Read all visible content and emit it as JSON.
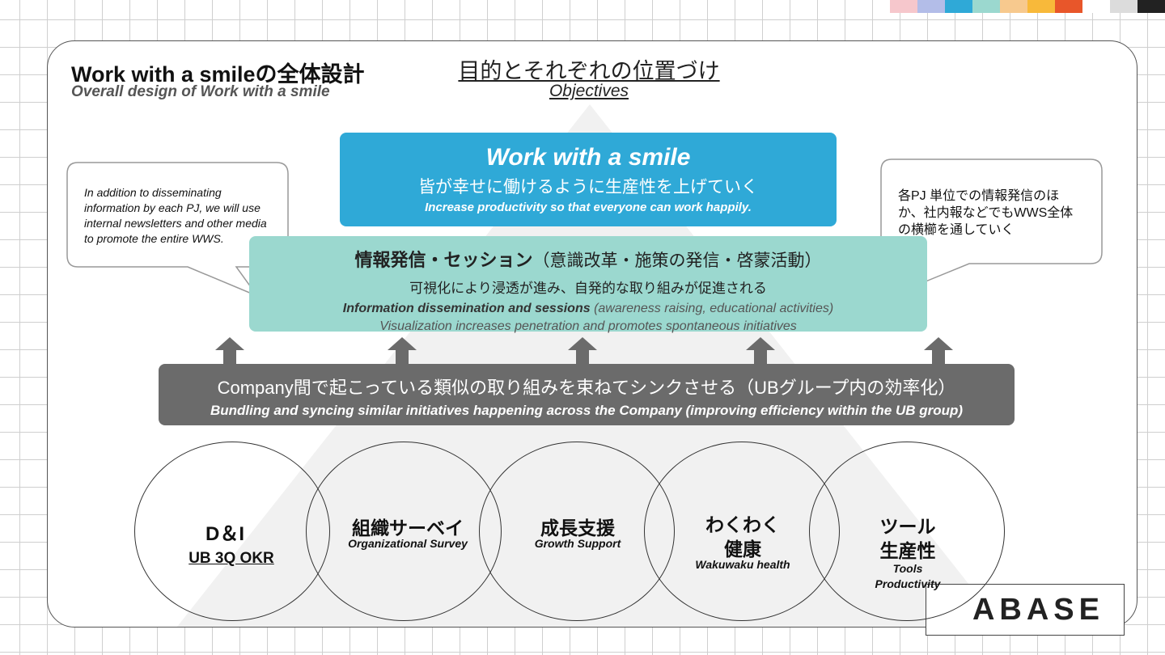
{
  "swatch_colors": [
    "#f6c7cc",
    "#b3bde8",
    "#2fa9d7",
    "#9bd8cf",
    "#f7c98e",
    "#f8b93a",
    "#e8562a",
    "#ffffff",
    "#dcdcdc",
    "#222222"
  ],
  "header": {
    "title_jp": "Work with a smileの全体設計",
    "title_en": "Overall design of Work with a smile",
    "objectives_jp": "目的とそれぞれの位置づけ",
    "objectives_en": "Objectives"
  },
  "top_box": {
    "title": "Work with a smile",
    "subtitle_jp": "皆が幸せに働けるように生産性を上げていく",
    "subtitle_en": "Increase productivity so that everyone can work happily.",
    "color": "#2fa9d7"
  },
  "middle_box": {
    "title_jp_bold": "情報発信・セッション",
    "title_jp_rest": "（意識改革・施策の発信・啓蒙活動）",
    "line2_jp": "可視化により浸透が進み、自発的な取り組みが促進される",
    "line3_en_bold": "Information dissemination and sessions",
    "line3_en_rest": " (awareness raising, educational activities)",
    "line4_en": "Visualization increases penetration and promotes spontaneous initiatives",
    "color": "#9bd8cf"
  },
  "lower_box": {
    "line1_jp": "Company間で起こっている類似の取り組みを束ねてシンクさせる（UBグループ内の効率化）",
    "line2_en": "Bundling and syncing similar initiatives happening across the Company (improving efficiency within the UB group)",
    "color": "#6b6b6b"
  },
  "bubbles": {
    "left": "In addition to disseminating information by each PJ, we will use internal newsletters and other media to promote the entire WWS.",
    "right": "各PJ 単位での情報発信のほか、社内報などでもWWS全体の横櫛を通していく"
  },
  "circles": [
    {
      "title": "D＆I",
      "link": "UB 3Q OKR"
    },
    {
      "title": "組織サーベイ",
      "subtitle": "Organizational Survey"
    },
    {
      "title": "成長支援",
      "subtitle": "Growth Support"
    },
    {
      "title_line1": "わくわく",
      "title_line2": "健康",
      "subtitle": "Wakuwaku health"
    },
    {
      "title_line1": "ツール",
      "title_line2": "生産性",
      "subtitle_line1": "Tools",
      "subtitle_line2": "Productivity"
    }
  ],
  "logo": "ABASE"
}
